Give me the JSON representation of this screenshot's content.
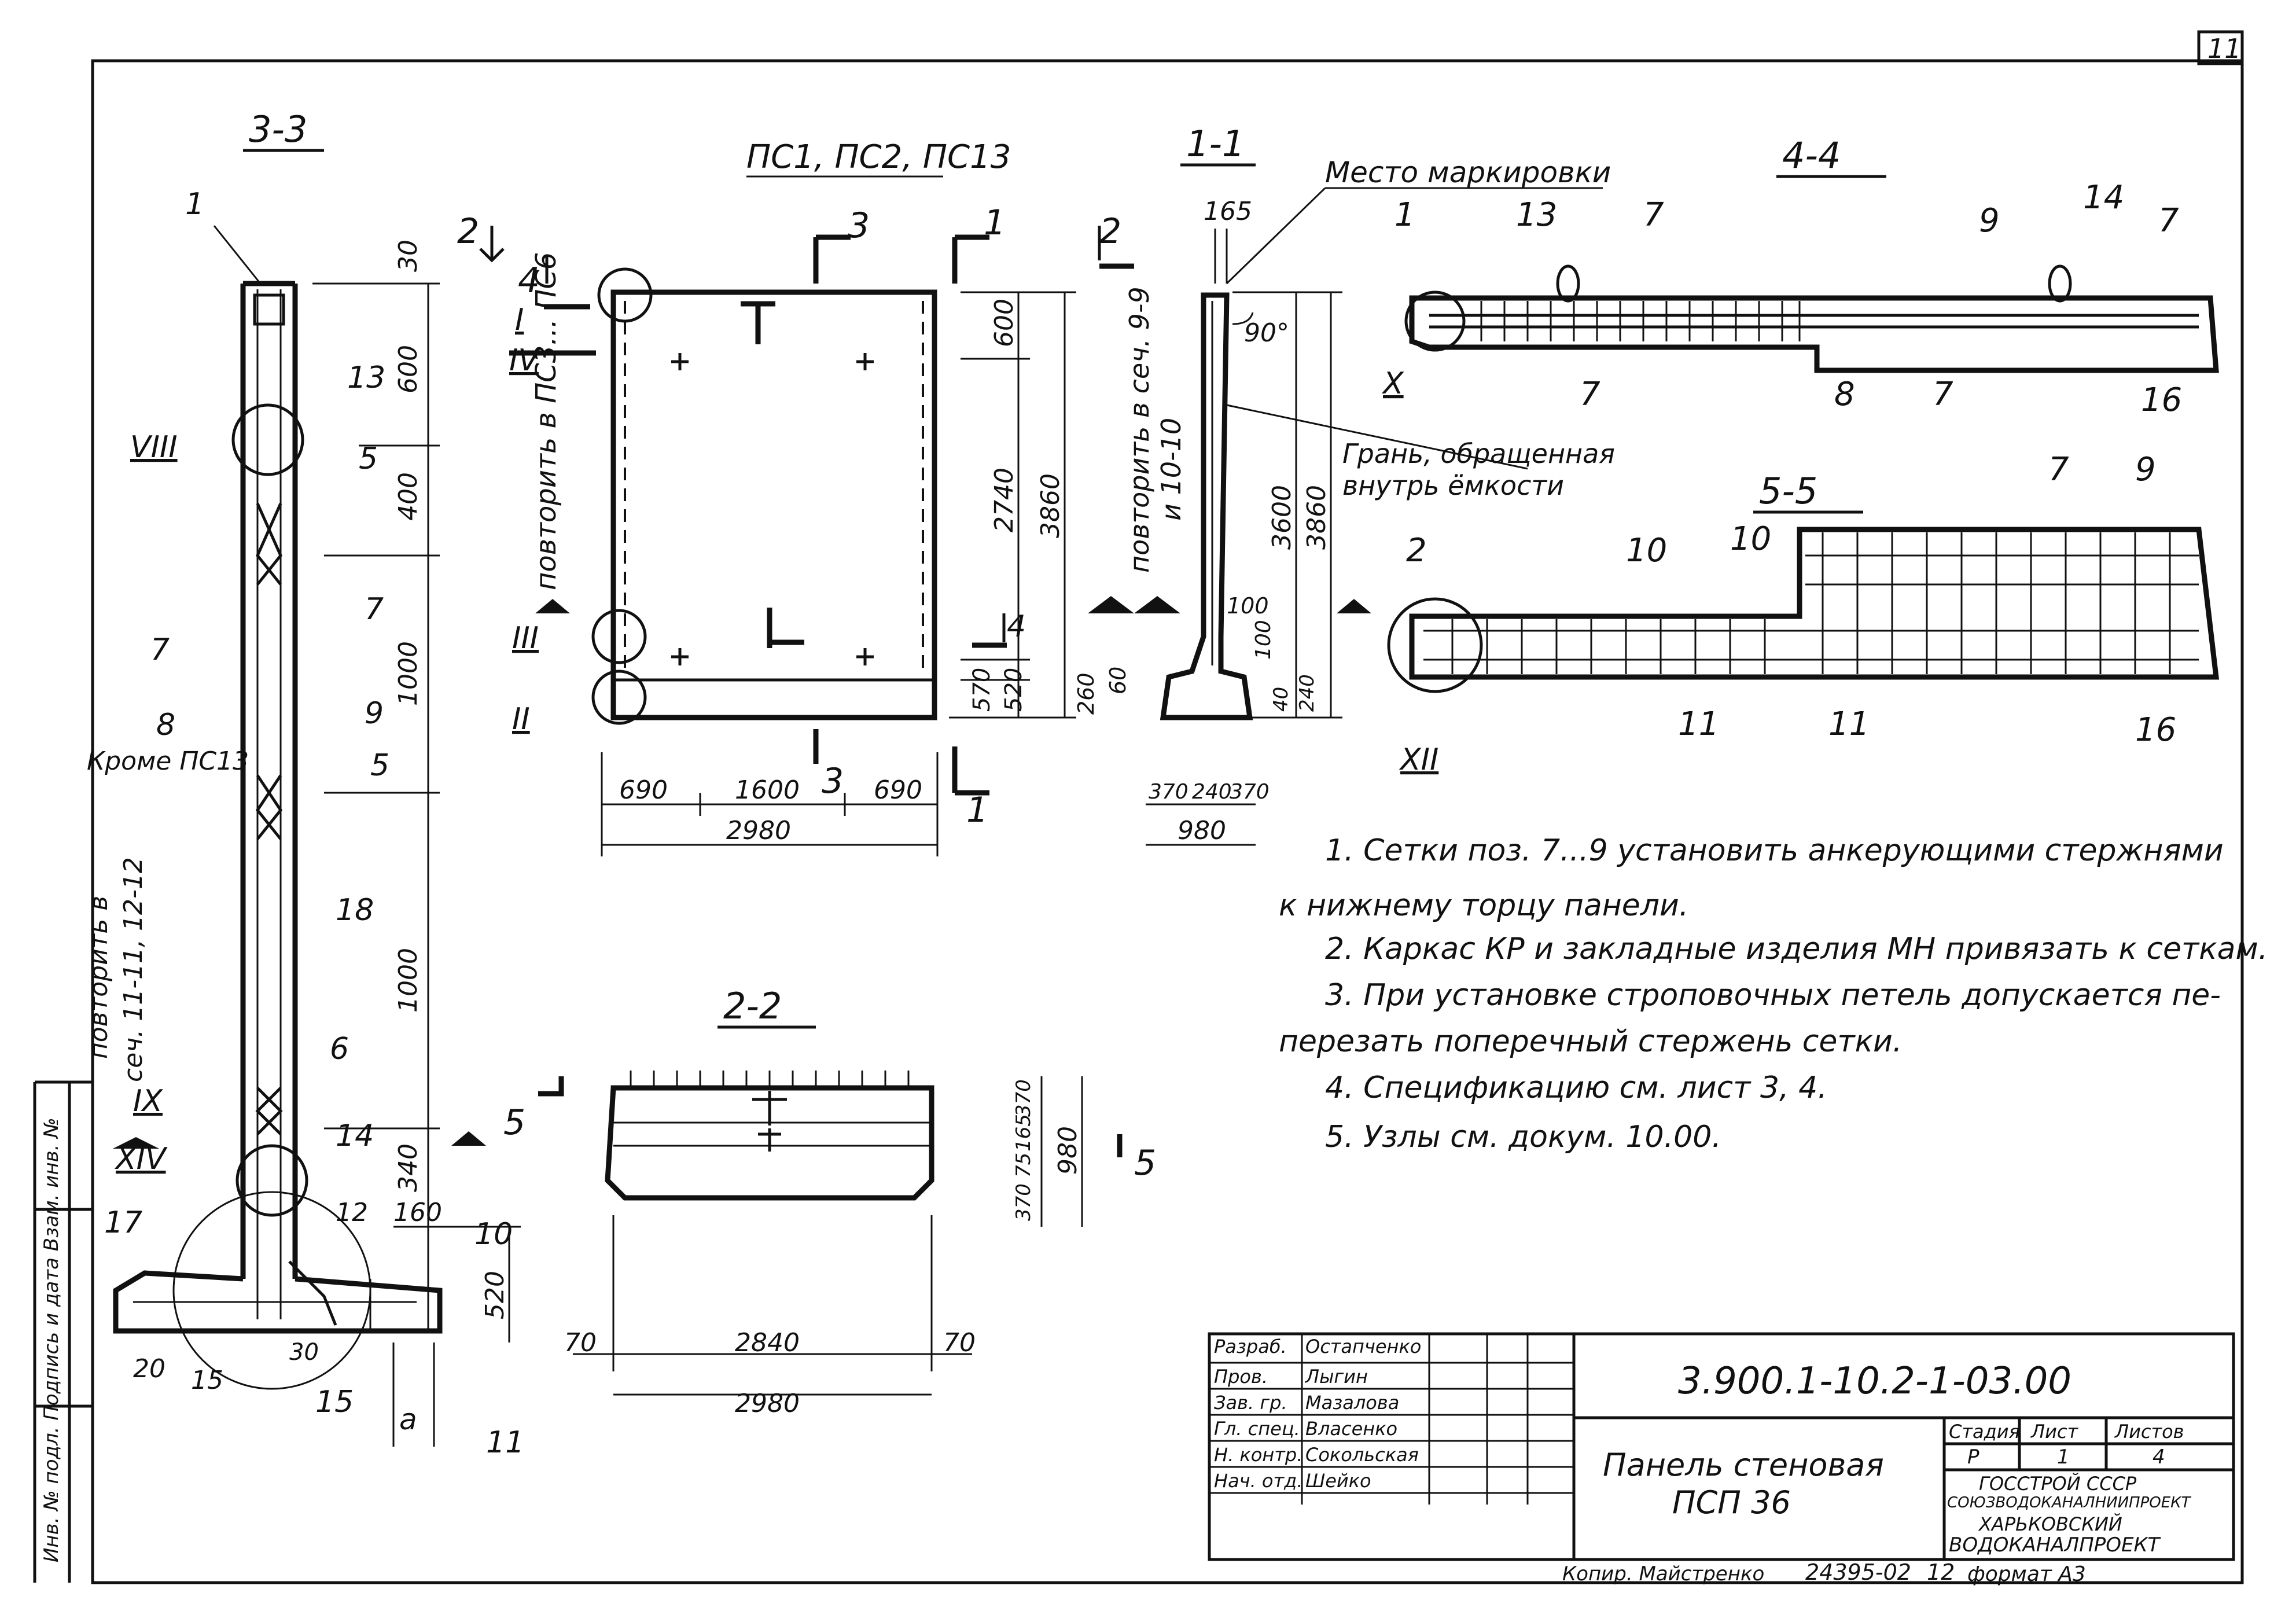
{
  "sheet_number": "11",
  "sections": {
    "s33": "3-3",
    "s11": "1-1",
    "s44": "4-4",
    "s55": "5-5",
    "s22": "2-2",
    "panels": "ПС1, ПС2, ПС13"
  },
  "labels": {
    "marking_place": "Место маркировки",
    "inner_face_1": "Грань, обращенная",
    "inner_face_2": "внутрь ёмкости",
    "repeat_ps": "повторить в ПС3... ПС6",
    "repeat_99_1": "повторить в сеч. 9-9",
    "repeat_99_2": "и 10-10",
    "repeat_11_1": "повторить в",
    "repeat_11_2": "сеч. 11-11, 12-12",
    "except": "Кроме ПС13",
    "angle": "90°"
  },
  "dims": {
    "d30": "30",
    "d600": "600",
    "d400": "400",
    "d1000a": "1000",
    "d1000b": "1000",
    "d340": "340",
    "d520": "520",
    "d160": "160",
    "d20": "20",
    "d15": "15",
    "d30b": "30",
    "da": "а",
    "f600": "600",
    "f2740": "2740",
    "f3860": "3860",
    "f570": "570",
    "f520": "520",
    "f690a": "690",
    "f1600": "1600",
    "f690b": "690",
    "f2980": "2980",
    "s165": "165",
    "s3600": "3600",
    "s3860": "3860",
    "s100a": "100",
    "s100b": "100",
    "s260": "260",
    "s60": "60",
    "s40": "40",
    "s240": "240",
    "s370a": "370",
    "s240b": "240",
    "s370b": "370",
    "s980": "980",
    "p70a": "70",
    "p2840": "2840",
    "p70b": "70",
    "p2980": "2980",
    "p370a": "370",
    "p165": "165",
    "p370b": "370",
    "p75": "75",
    "p980": "980"
  },
  "positions": [
    "1",
    "13",
    "5",
    "7",
    "7",
    "8",
    "9",
    "5",
    "18",
    "6",
    "14",
    "12",
    "10",
    "17",
    "15",
    "15",
    "11",
    "13",
    "7",
    "9",
    "14",
    "7",
    "7",
    "8",
    "7",
    "16",
    "2",
    "10",
    "10",
    "7",
    "9",
    "11",
    "11",
    "16",
    "3",
    "1",
    "2",
    "2",
    "4",
    "4",
    "3",
    "1",
    "5",
    "5"
  ],
  "roman": [
    "VIII",
    "IX",
    "XIV",
    "I",
    "IV",
    "III",
    "II",
    "X",
    "XII"
  ],
  "notes": [
    "1. Сетки поз. 7...9 установить анкерующими стержнями",
    "к нижнему торцу панели.",
    "2. Каркас КР и закладные изделия МН привязать к сеткам.",
    "3. При установке строповочных петель допускается пе-",
    "перезать поперечный стержень сетки.",
    "4. Спецификацию    см. лист 3, 4.",
    "5. Узлы    см.    докум.    10.00."
  ],
  "title_block": {
    "doc_code": "3.900.1-10.2-1-03.00",
    "title_1": "Панель стеновая",
    "title_2": "ПСП 36",
    "roles": [
      "Разраб.",
      "Пров.",
      "Зав. гр.",
      "Гл. спец.",
      "Н. контр.",
      "Нач. отд."
    ],
    "names": [
      "Остапченко",
      "Лыгин",
      "Мазалова",
      "Власенко",
      "Сокольская",
      "Шейко"
    ],
    "stage_label": "Стадия",
    "sheet_label": "Лист",
    "sheets_label": "Листов",
    "stage": "Р",
    "sheet": "1",
    "sheets": "4",
    "org_1": "ГОССТРОЙ СССР",
    "org_2": "СОЮЗВОДОКАНАЛНИИПРОЕКТ",
    "org_3": "ХАРЬКОВСКИЙ",
    "org_4": "ВОДОКАНАЛПРОЕКТ"
  },
  "footer": {
    "copied": "Копир. Майстренко",
    "number": "24395-02",
    "n12": "12",
    "format": "формат А3"
  },
  "side_strip": "Инв. № подл.   Подпись и дата   Взам. инв. №"
}
